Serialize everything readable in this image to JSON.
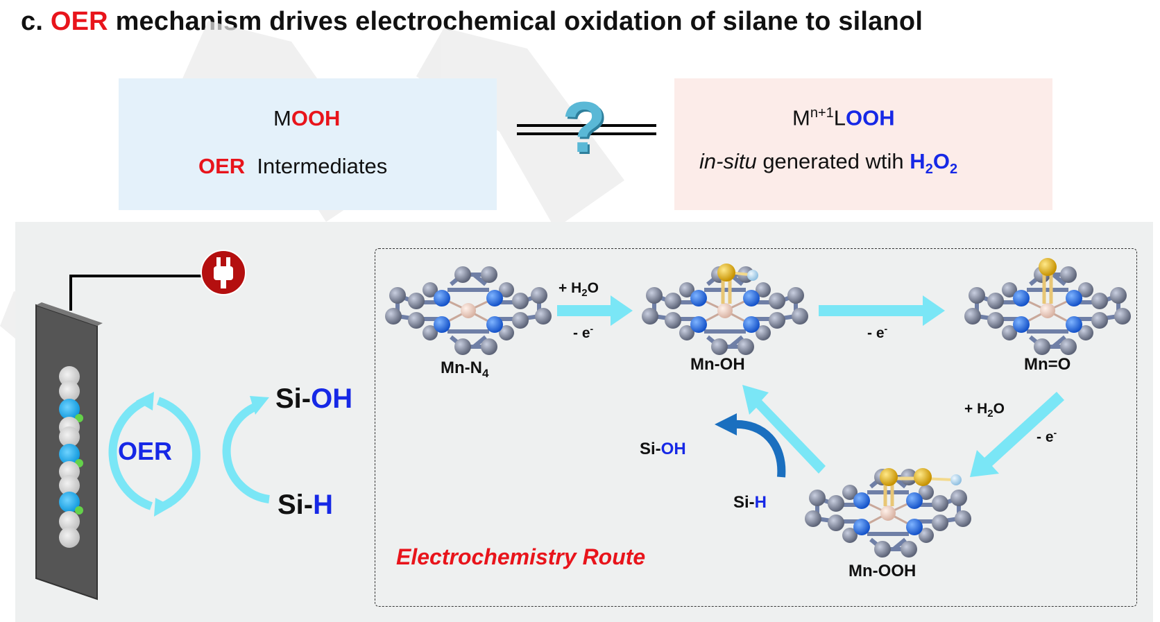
{
  "title": {
    "prefix": "c. ",
    "highlight": "OER",
    "rest": " mechanism drives electrochemical oxidation of silane to silanol"
  },
  "left_box": {
    "line1_m": "M",
    "line1_ooh": "OOH",
    "line2_oer": "OER",
    "line2_rest": "Intermediates"
  },
  "right_box": {
    "m": "M",
    "sup": "n+1",
    "l": "L",
    "ooh": "OOH",
    "italic": "in-situ",
    "generated": " generated wtih ",
    "h": "H",
    "sub1": "2",
    "o": "O",
    "sub2": "2"
  },
  "question_mark": "?",
  "electrode": {
    "oer_label": "OER",
    "siOH_si": "Si-",
    "siOH_oh": "OH",
    "siH_si": "Si-",
    "siH_h": "H"
  },
  "mechanism": {
    "mn_n4_main": "Mn-N",
    "mn_n4_sub": "4",
    "mn_oh": "Mn-OH",
    "mn_o": "Mn=O",
    "mn_ooh": "Mn-OOH",
    "step1_top_plus": "+ H",
    "step1_top_sub": "2",
    "step1_top_end": "O",
    "step1_bottom": "- e",
    "step1_bottom_sup": "-",
    "step2_bottom": "- e",
    "step2_bottom_sup": "-",
    "step3_top_plus": "+ H",
    "step3_top_sub": "2",
    "step3_top_end": "O",
    "step3_bottom": "- e",
    "step3_bottom_sup": "-",
    "siOH_si": "Si-",
    "siOH_oh": "OH",
    "siH_si": "Si-",
    "siH_h": "H"
  },
  "route_label": "Electrochemistry Route",
  "colors": {
    "red": "#e8141b",
    "blue": "#1628e6",
    "cyan_arrow": "#7ae6f6",
    "dark_blue_arrow": "#1a6fbf",
    "plug": "#b40f0f"
  }
}
